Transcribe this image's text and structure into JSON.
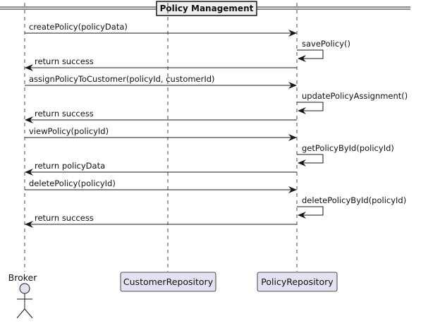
{
  "diagram": {
    "group_title": "Policy Management",
    "participants": [
      {
        "id": "broker",
        "label": "Broker",
        "kind": "actor"
      },
      {
        "id": "customer_repo",
        "label": "CustomerRepository",
        "kind": "participant"
      },
      {
        "id": "policy_repo",
        "label": "PolicyRepository",
        "kind": "participant"
      }
    ],
    "messages": [
      {
        "from": "broker",
        "to": "policy_repo",
        "label": "createPolicy(policyData)",
        "style": "solid"
      },
      {
        "from": "policy_repo",
        "to": "policy_repo",
        "label": "savePolicy()",
        "style": "solid"
      },
      {
        "from": "policy_repo",
        "to": "broker",
        "label": "return success",
        "style": "solid"
      },
      {
        "from": "broker",
        "to": "policy_repo",
        "label": "assignPolicyToCustomer(policyId, customerId)",
        "style": "solid"
      },
      {
        "from": "policy_repo",
        "to": "policy_repo",
        "label": "updatePolicyAssignment()",
        "style": "solid"
      },
      {
        "from": "policy_repo",
        "to": "broker",
        "label": "return success",
        "style": "solid"
      },
      {
        "from": "broker",
        "to": "policy_repo",
        "label": "viewPolicy(policyId)",
        "style": "solid"
      },
      {
        "from": "policy_repo",
        "to": "policy_repo",
        "label": "getPolicyById(policyId)",
        "style": "solid"
      },
      {
        "from": "policy_repo",
        "to": "broker",
        "label": "return policyData",
        "style": "solid"
      },
      {
        "from": "broker",
        "to": "policy_repo",
        "label": "deletePolicy(policyId)",
        "style": "solid"
      },
      {
        "from": "policy_repo",
        "to": "policy_repo",
        "label": "deletePolicyById(policyId)",
        "style": "solid"
      },
      {
        "from": "policy_repo",
        "to": "broker",
        "label": "return success",
        "style": "solid"
      }
    ],
    "colors": {
      "participant_fill": "#e2e2f0",
      "participant_border": "#181818",
      "lifeline": "#181818",
      "line": "#181818",
      "group_title_fill": "#eeeeee"
    }
  }
}
